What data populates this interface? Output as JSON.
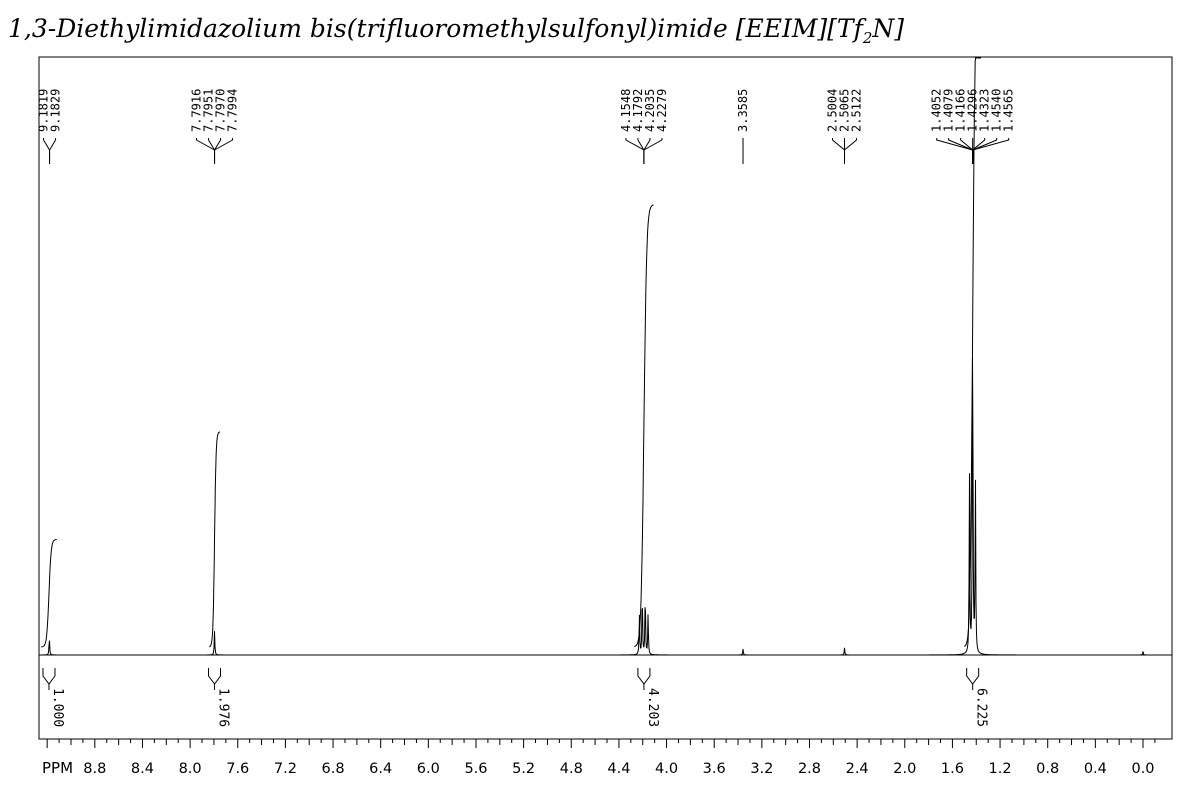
{
  "title": {
    "prefix": "1,3-Diethylimidazolium bis(trifluoromethylsulfonyl)imide [EEIM][Tf",
    "subscript": "2",
    "suffix": "N]"
  },
  "chart_data": {
    "type": "line",
    "xlabel": "PPM",
    "xlim": [
      9.2,
      -0.1
    ],
    "x_reversed": true,
    "x_ticks": [
      "8.8",
      "8.4",
      "8.0",
      "7.6",
      "7.2",
      "6.8",
      "6.4",
      "6.0",
      "5.6",
      "5.2",
      "4.8",
      "4.4",
      "4.0",
      "3.6",
      "3.2",
      "2.8",
      "2.4",
      "2.0",
      "1.6",
      "1.2",
      "0.8",
      "0.4",
      "0.0"
    ],
    "peak_label_groups": [
      {
        "labels": [
          "9.1819",
          "9.1829"
        ],
        "anchor": 9.18
      },
      {
        "labels": [
          "7.7916",
          "7.7951",
          "7.7970",
          "7.7994"
        ],
        "anchor": 7.795
      },
      {
        "labels": [
          "4.1548",
          "4.1792",
          "4.2035",
          "4.2279"
        ],
        "anchor": 4.19
      },
      {
        "labels": [
          "3.3585"
        ],
        "anchor": 3.358
      },
      {
        "labels": [
          "2.5004",
          "2.5065",
          "2.5122"
        ],
        "anchor": 2.506
      },
      {
        "labels": [
          "1.4052",
          "1.4079",
          "1.4166",
          "1.4296",
          "1.4323",
          "1.4540",
          "1.4565"
        ],
        "anchor": 1.43
      }
    ],
    "peaks": [
      {
        "ppm": 9.182,
        "height": 0.03
      },
      {
        "ppm": 7.795,
        "height": 0.04
      },
      {
        "ppm": 4.228,
        "height": 0.07
      },
      {
        "ppm": 4.204,
        "height": 0.11
      },
      {
        "ppm": 4.179,
        "height": 0.11
      },
      {
        "ppm": 4.155,
        "height": 0.07
      },
      {
        "ppm": 3.358,
        "height": 0.01
      },
      {
        "ppm": 2.506,
        "height": 0.012
      },
      {
        "ppm": 1.457,
        "height": 0.3
      },
      {
        "ppm": 1.43,
        "height": 0.6
      },
      {
        "ppm": 1.407,
        "height": 0.3
      },
      {
        "ppm": 0.0,
        "height": 0.006
      }
    ],
    "integral_regions": [
      {
        "from": 9.25,
        "to": 9.12,
        "value": "1.000",
        "curve_height": 0.18
      },
      {
        "from": 7.84,
        "to": 7.75,
        "value": "1.976",
        "curve_height": 0.36
      },
      {
        "from": 4.27,
        "to": 4.11,
        "value": "4.203",
        "curve_height": 0.74
      },
      {
        "from": 1.5,
        "to": 1.36,
        "value": "6.225",
        "curve_height": 1.1
      }
    ]
  }
}
